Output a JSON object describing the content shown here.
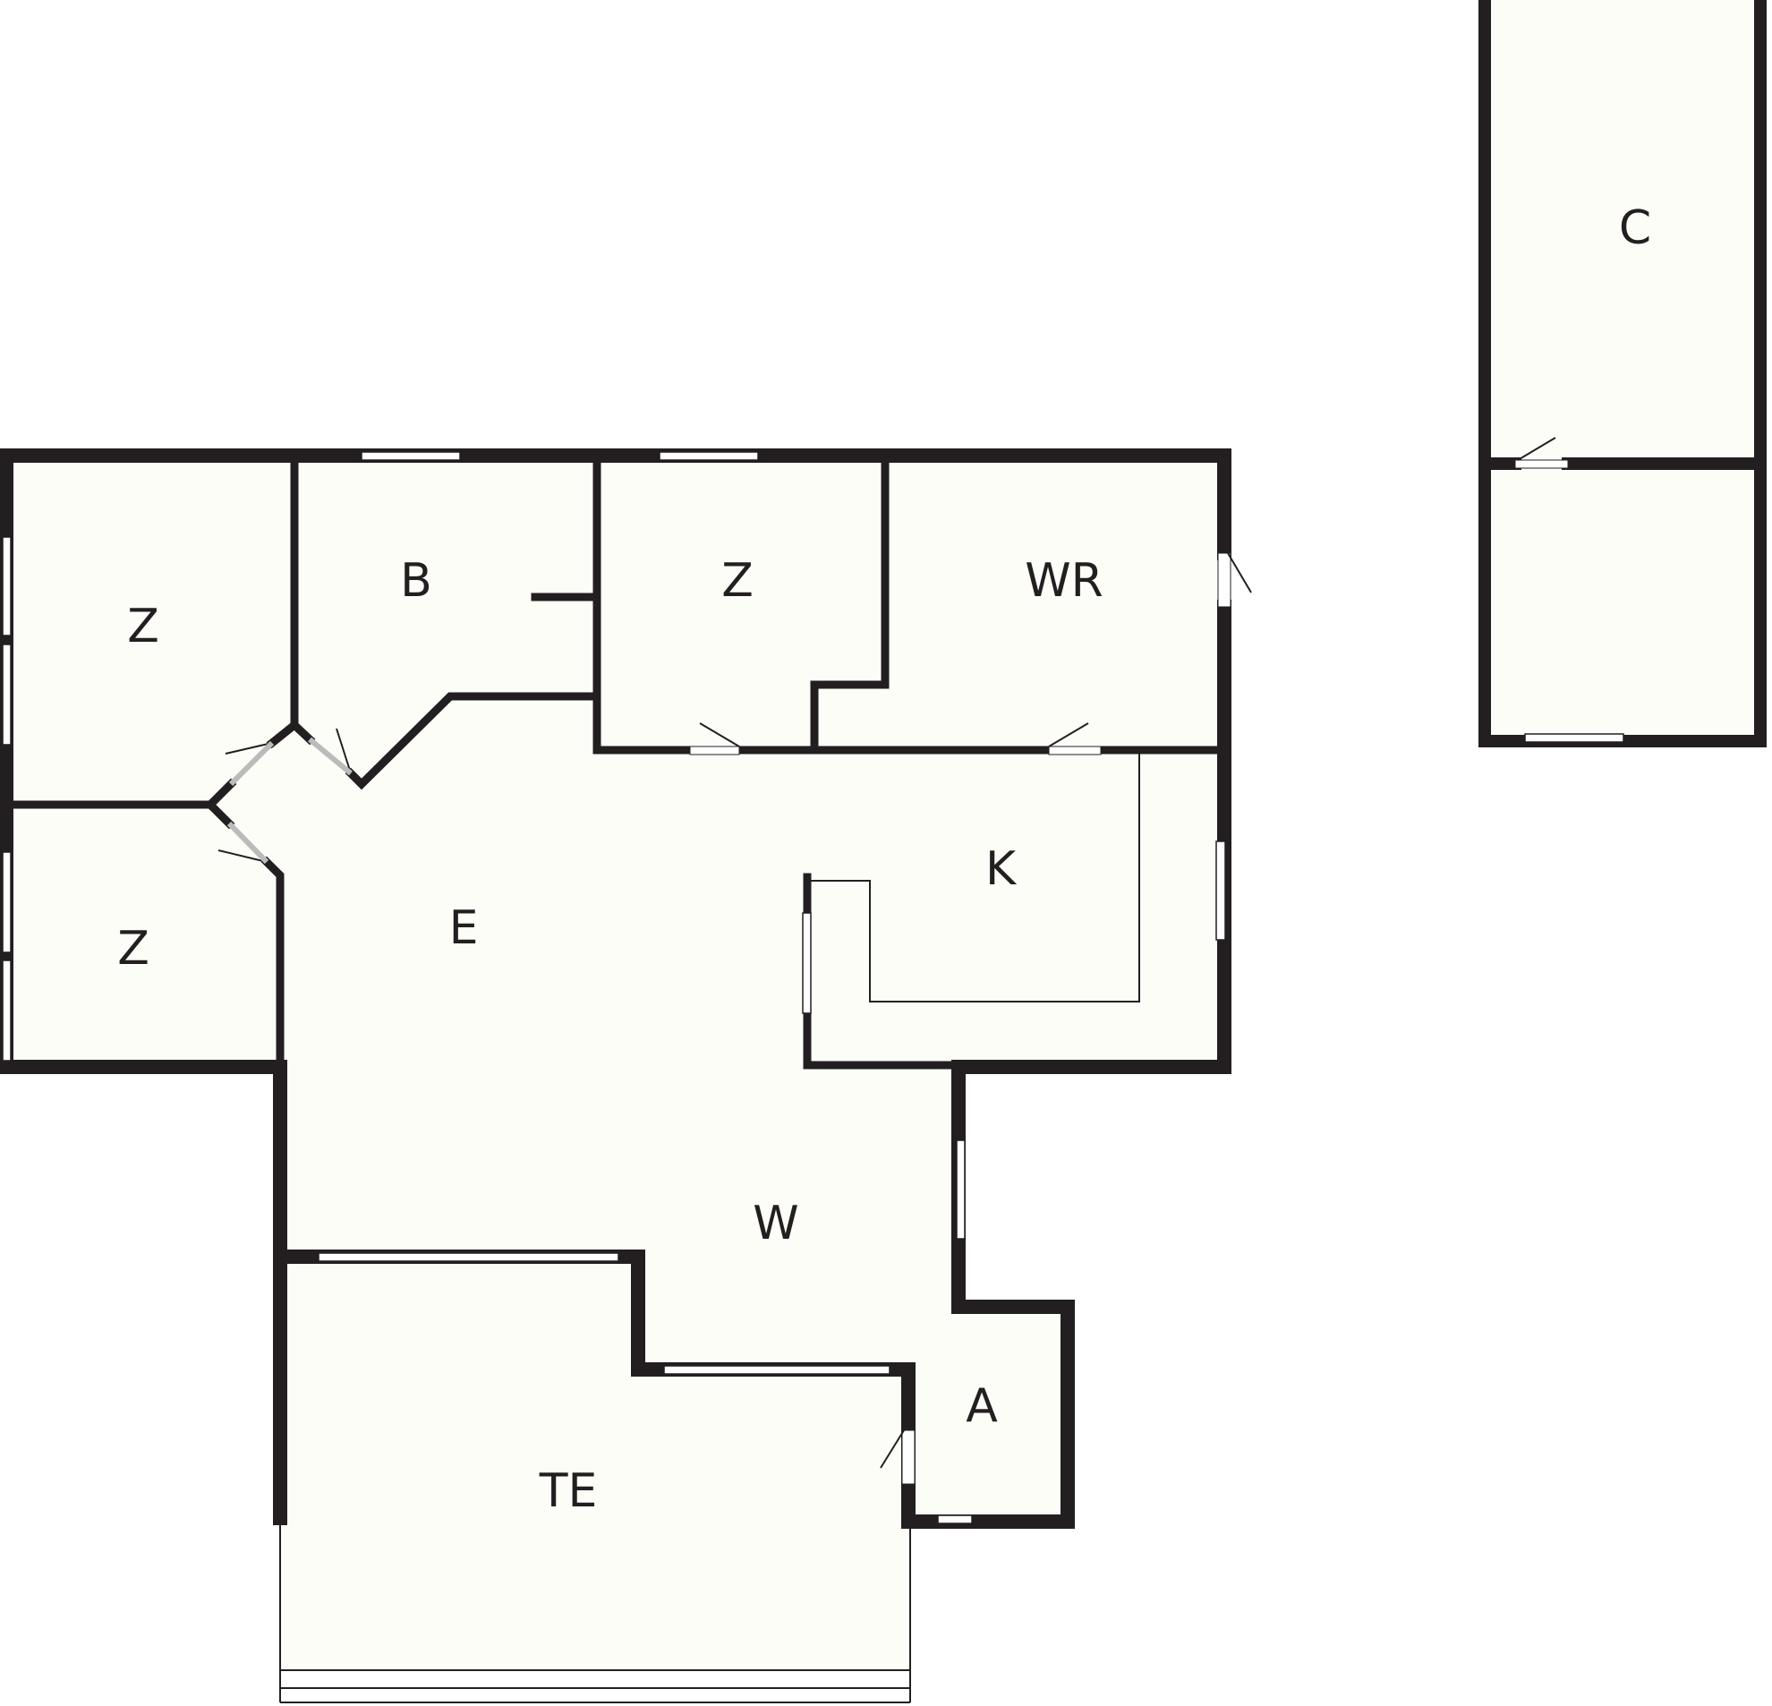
{
  "floor_plan": {
    "colors": {
      "wall": "#231f20",
      "floor": "#fdfdf8",
      "opening": "#ffffff",
      "background": "#ffffff"
    },
    "main_house": {
      "rooms": [
        {
          "id": "z_top_left",
          "label": "Z"
        },
        {
          "id": "b",
          "label": "B"
        },
        {
          "id": "z_top_mid",
          "label": "Z"
        },
        {
          "id": "wr",
          "label": "WR"
        },
        {
          "id": "z_bottom_left",
          "label": "Z"
        },
        {
          "id": "e",
          "label": "E"
        },
        {
          "id": "k",
          "label": "K"
        },
        {
          "id": "w",
          "label": "W"
        },
        {
          "id": "a",
          "label": "A"
        },
        {
          "id": "te",
          "label": "TE"
        }
      ]
    },
    "outbuilding": {
      "rooms": [
        {
          "id": "c",
          "label": "C"
        },
        {
          "id": "outbuilding_lower",
          "label": ""
        }
      ]
    }
  }
}
